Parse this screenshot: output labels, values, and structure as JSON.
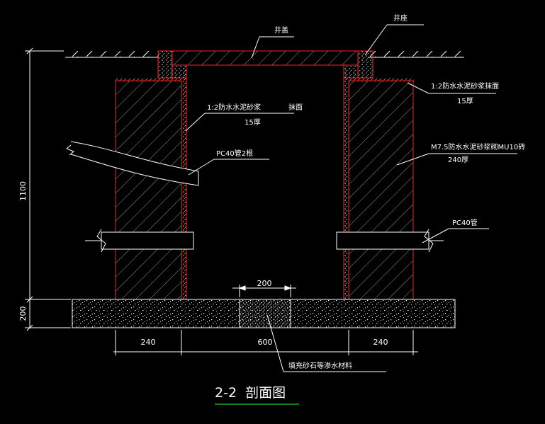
{
  "drawing": {
    "labels": {
      "cover": "井盖",
      "seat": "井座",
      "plaster_right": "1:2防水水泥砂浆抹面",
      "plaster_right_thk": "15厚",
      "plaster_left": "1:2防水水泥砂浆",
      "plaster_left_b": "抹面",
      "plaster_left_thk": "15厚",
      "pipe_left": "PC40管2根",
      "wall": "M7.5防水水泥砂浆砌MU10砖",
      "wall_thk": "240厚",
      "pipe_right": "PC40管",
      "fill": "填充砂石等渗水材料"
    },
    "dims": {
      "height": "1100",
      "base": "200",
      "gap": "200",
      "left_wall": "240",
      "inner": "600",
      "right_wall": "240"
    },
    "title": "2-2  剖面图",
    "colors": {
      "outline": "#ff2020",
      "leader": "#ffffff",
      "hatch": "#bdbdbd",
      "title_underline": "#22c222"
    }
  }
}
